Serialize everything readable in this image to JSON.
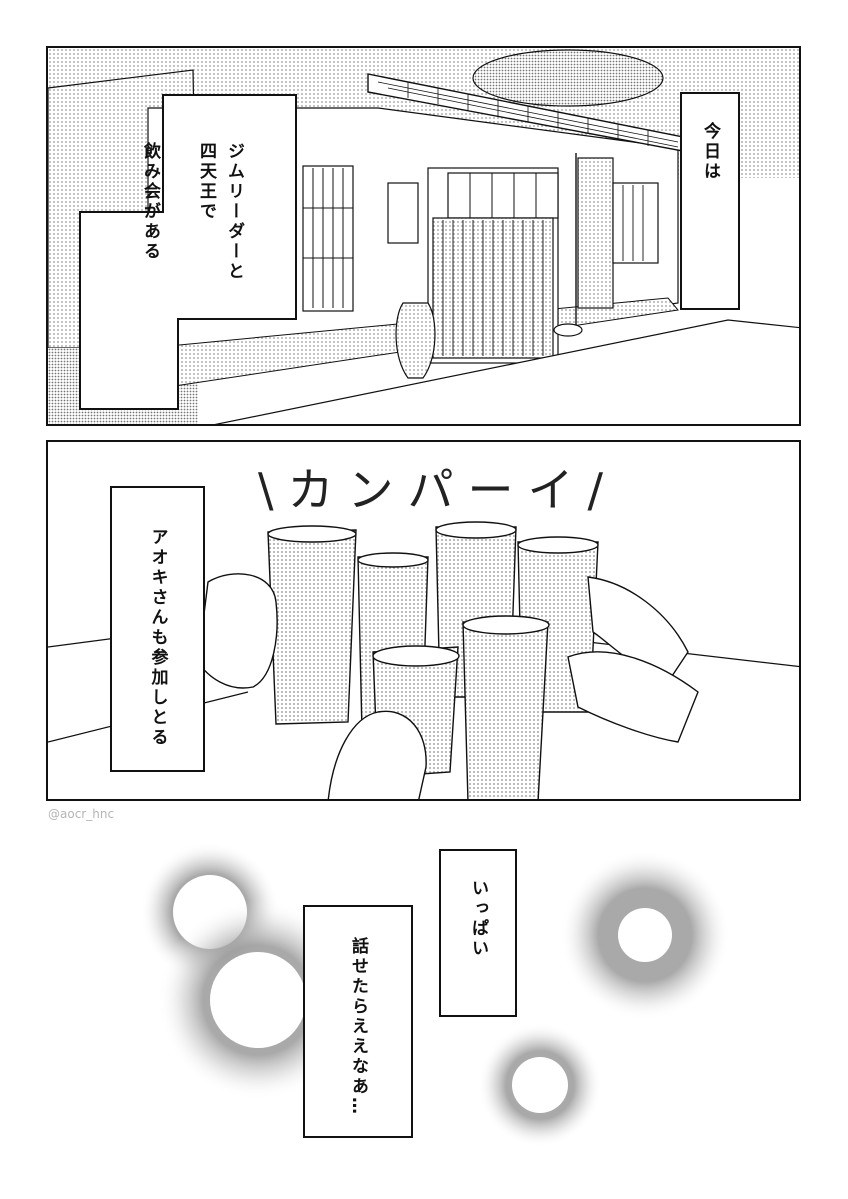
{
  "panel1": {
    "caption_right": [
      "今日は"
    ],
    "caption_left": [
      "ジムリーダーと",
      "四天王で",
      "",
      "飲み会がある"
    ]
  },
  "panel2": {
    "sfx": "\\カンパーイ/",
    "caption": [
      "アオキさんも参加しとる"
    ]
  },
  "watermark": "@aocr_hnc",
  "panel3": {
    "caption_right": [
      "いっぱい"
    ],
    "caption_left": [
      "話せたらええなあ…"
    ]
  }
}
